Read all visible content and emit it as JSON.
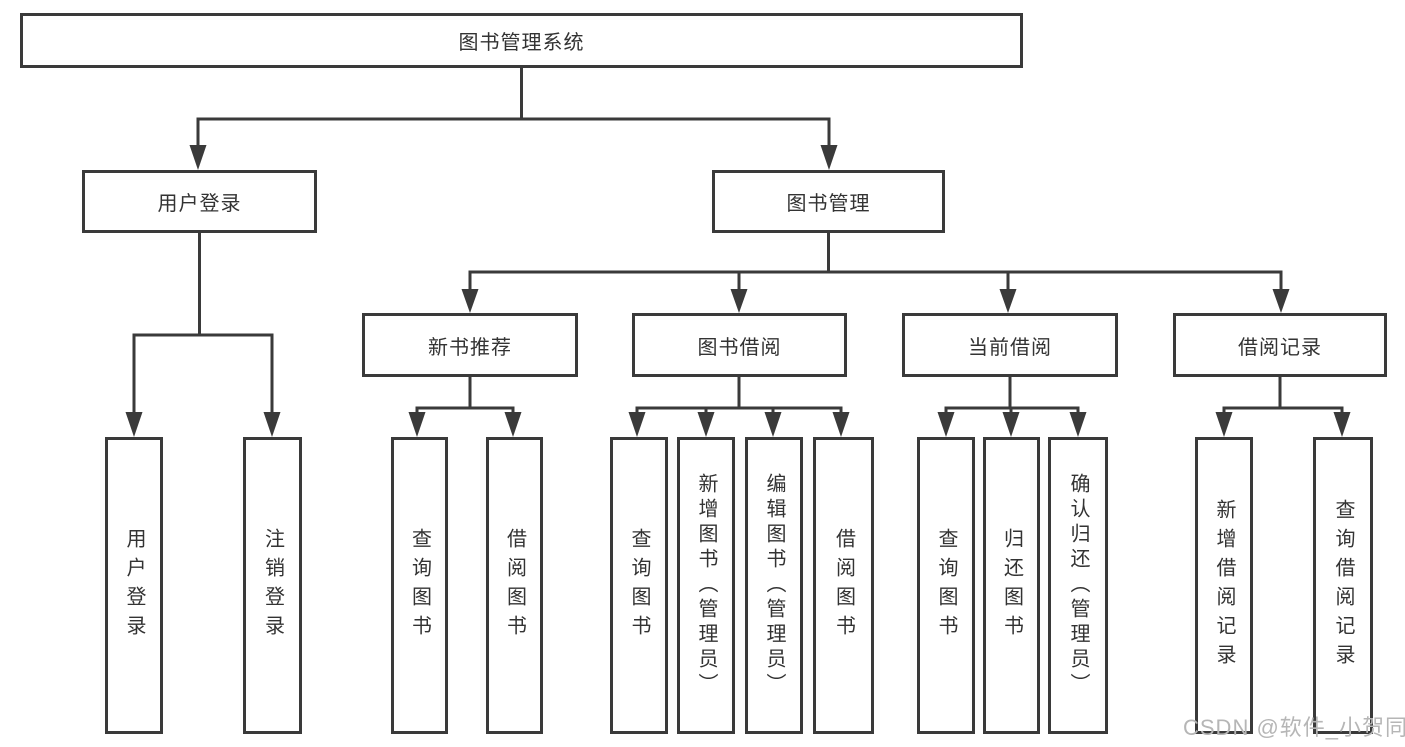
{
  "tree": {
    "label": "图书管理系统",
    "children": [
      {
        "label": "用户登录",
        "children": [
          {
            "label": "用户登录"
          },
          {
            "label": "注销登录"
          }
        ]
      },
      {
        "label": "图书管理",
        "children": [
          {
            "label": "新书推荐",
            "children": [
              {
                "label": "查询图书"
              },
              {
                "label": "借阅图书"
              }
            ]
          },
          {
            "label": "图书借阅",
            "children": [
              {
                "label": "查询图书"
              },
              {
                "label": "新增图书（管理员）"
              },
              {
                "label": "编辑图书（管理员）"
              },
              {
                "label": "借阅图书"
              }
            ]
          },
          {
            "label": "当前借阅",
            "children": [
              {
                "label": "查询图书"
              },
              {
                "label": "归还图书"
              },
              {
                "label": "确认归还（管理员）"
              }
            ]
          },
          {
            "label": "借阅记录",
            "children": [
              {
                "label": "新增借阅记录"
              },
              {
                "label": "查询借阅记录"
              }
            ]
          }
        ]
      }
    ]
  },
  "watermark": {
    "text": "CSDN @软件_小贺同学"
  },
  "colors": {
    "line": "#3a3a3a",
    "box_border": "#3a3a3a",
    "text": "#333333",
    "watermark": "#b6b6b6",
    "background": "#ffffff"
  }
}
